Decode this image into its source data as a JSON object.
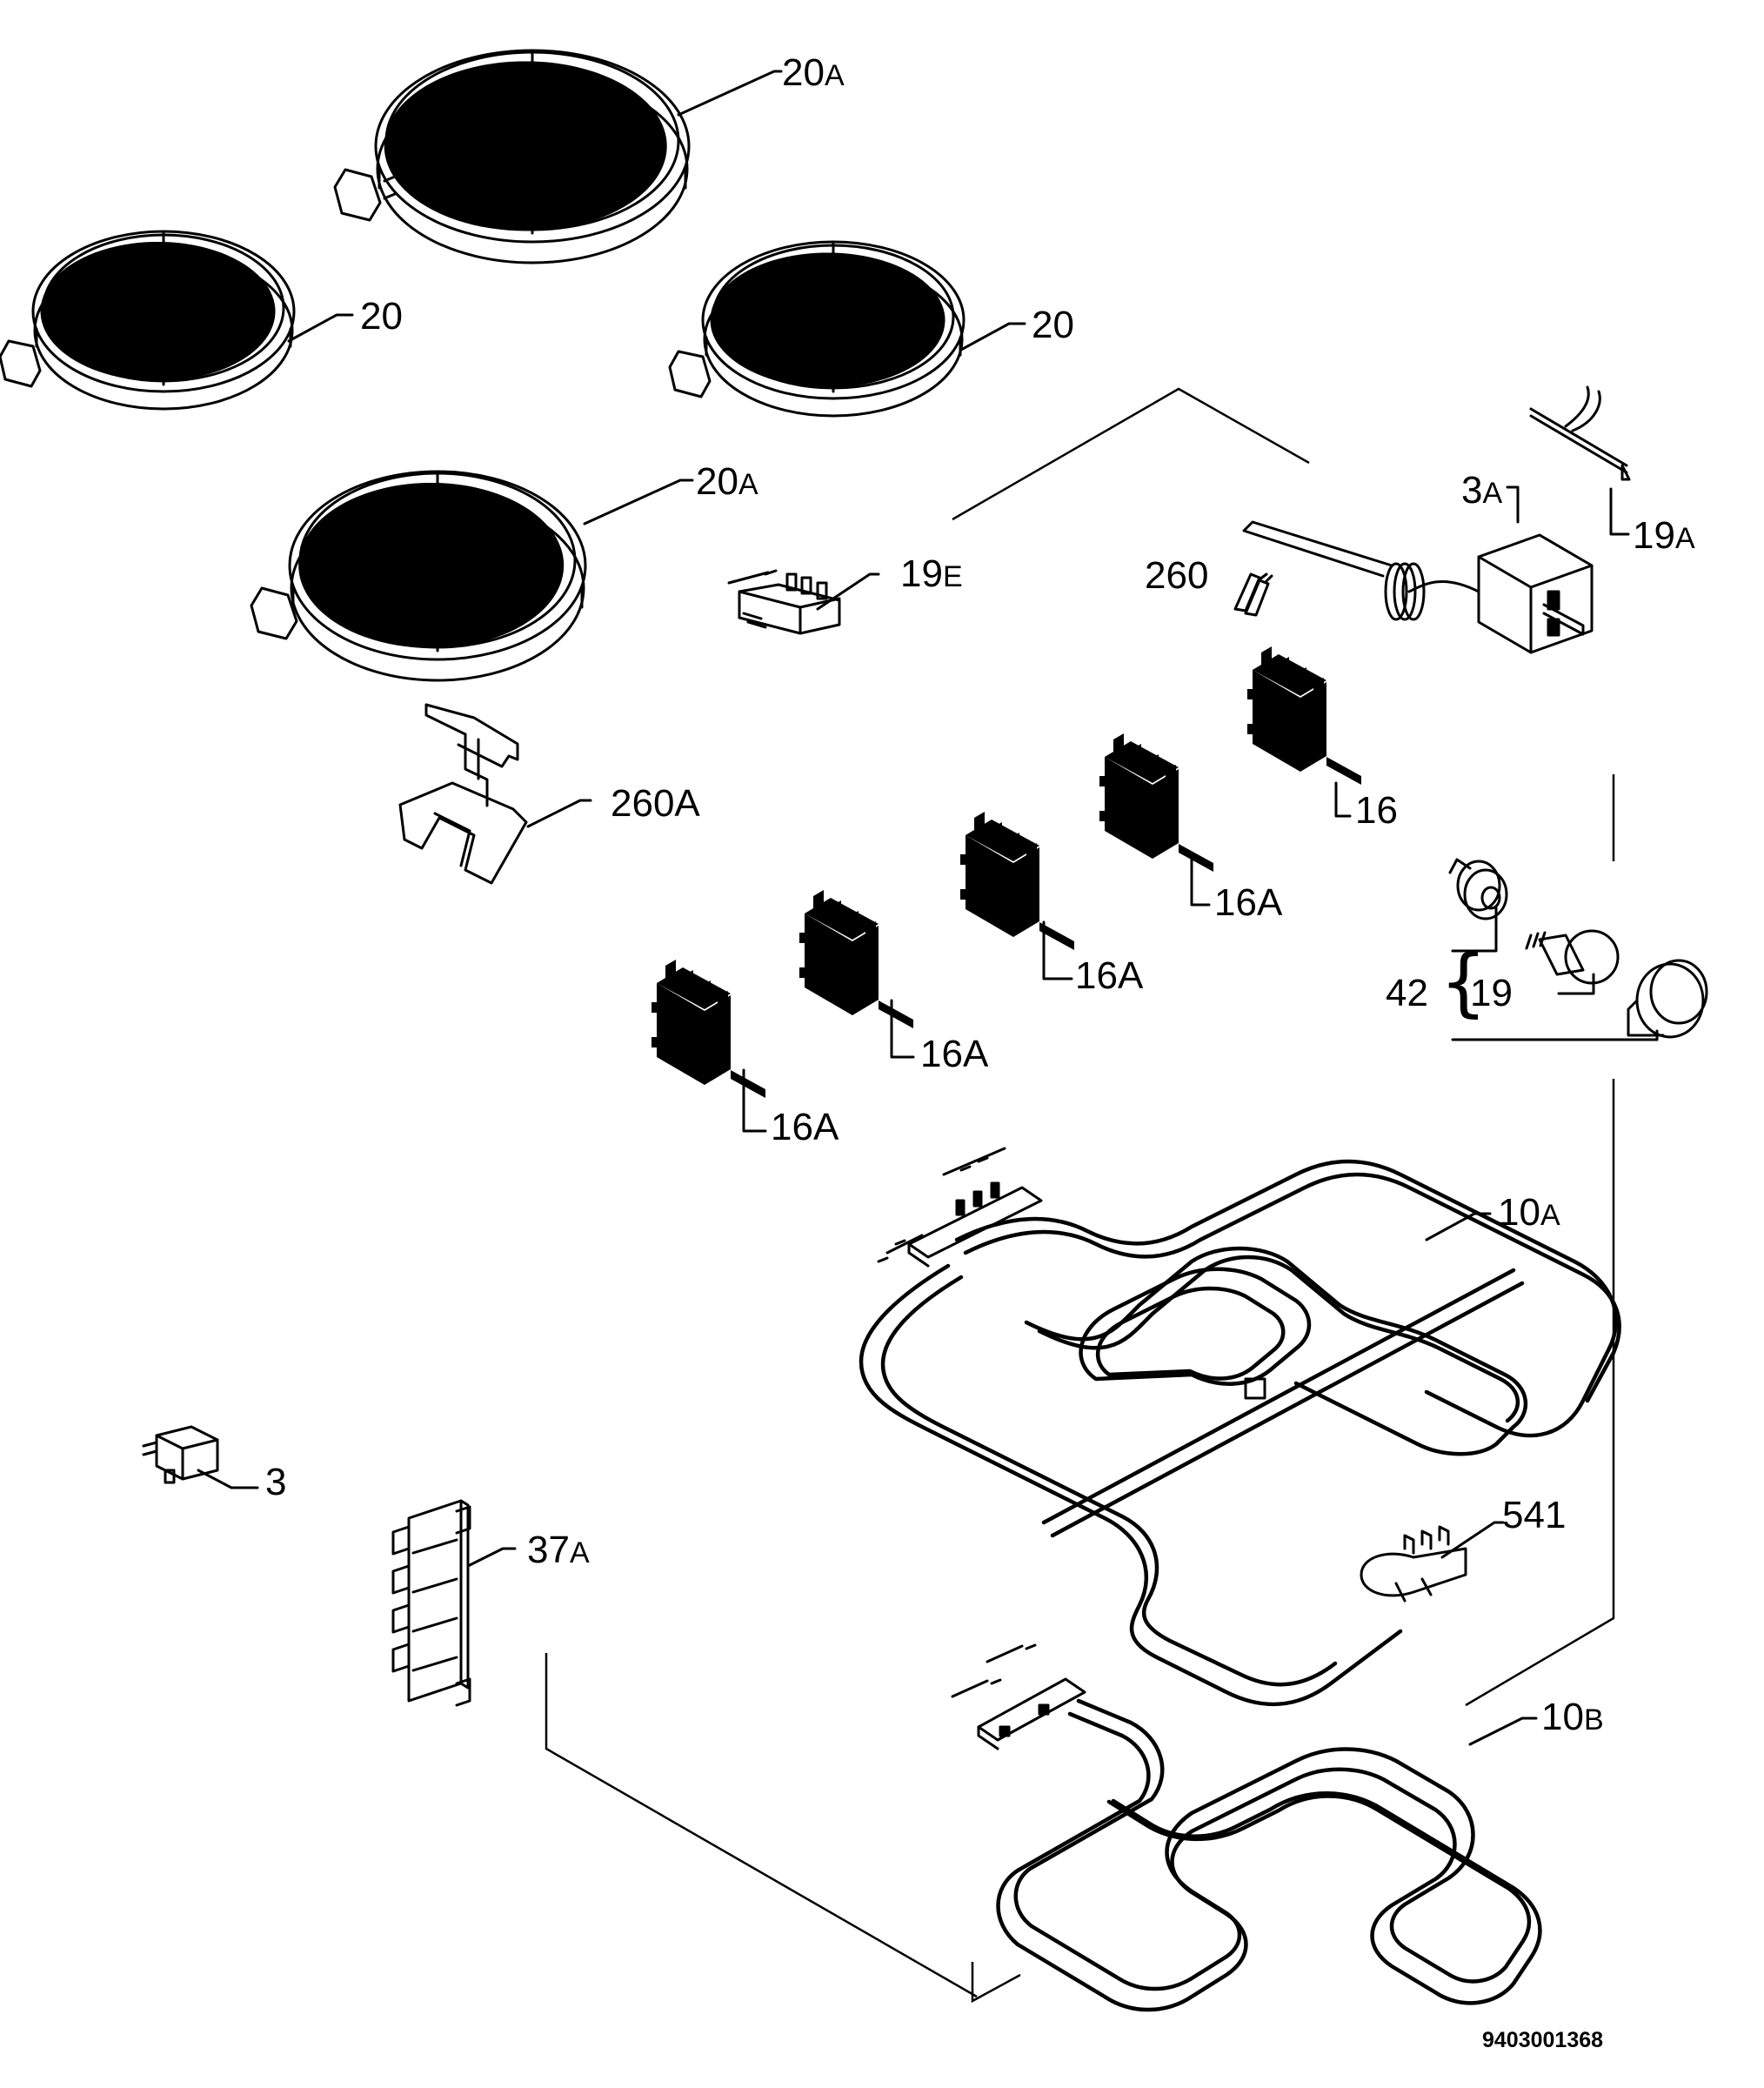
{
  "diagram": {
    "drawing_number": "9403001368",
    "callouts": [
      {
        "id": "20a-top",
        "text": "20",
        "suffix": "A"
      },
      {
        "id": "20-left",
        "text": "20",
        "suffix": ""
      },
      {
        "id": "20-right",
        "text": "20",
        "suffix": ""
      },
      {
        "id": "20a-mid",
        "text": "20",
        "suffix": "A"
      },
      {
        "id": "19e",
        "text": "19",
        "suffix": "E"
      },
      {
        "id": "3a",
        "text": "3",
        "suffix": "A"
      },
      {
        "id": "19a",
        "text": "19",
        "suffix": "A"
      },
      {
        "id": "260",
        "text": "260",
        "suffix": ""
      },
      {
        "id": "260a",
        "text": "260A",
        "suffix": ""
      },
      {
        "id": "16",
        "text": "16",
        "suffix": ""
      },
      {
        "id": "16a-1",
        "text": "16A",
        "suffix": ""
      },
      {
        "id": "16a-2",
        "text": "16A",
        "suffix": ""
      },
      {
        "id": "16a-3",
        "text": "16A",
        "suffix": ""
      },
      {
        "id": "16a-4",
        "text": "16A",
        "suffix": ""
      },
      {
        "id": "42",
        "text": "42",
        "suffix": ""
      },
      {
        "id": "19",
        "text": "19",
        "suffix": ""
      },
      {
        "id": "10a",
        "text": "10",
        "suffix": "A"
      },
      {
        "id": "3",
        "text": "3",
        "suffix": ""
      },
      {
        "id": "37a",
        "text": "37",
        "suffix": "A"
      },
      {
        "id": "541",
        "text": "541",
        "suffix": ""
      },
      {
        "id": "10b",
        "text": "10",
        "suffix": "B"
      }
    ]
  }
}
